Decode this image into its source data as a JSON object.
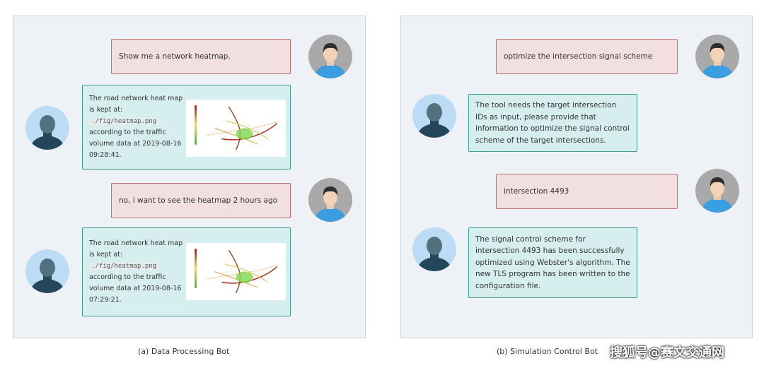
{
  "panels": {
    "left": {
      "caption": "(a) Data Processing Bot",
      "messages": [
        {
          "role": "user",
          "text": "Show me a network heatmap."
        },
        {
          "role": "bot",
          "pre": "The road network heat map is kept at:",
          "path": "./fig/heatmap.png",
          "post": "according to the traffic volume data at 2019-08-16 09:28:41."
        },
        {
          "role": "user",
          "text": "no, i want to see the heatmap 2 hours ago"
        },
        {
          "role": "bot",
          "pre": "The road network heat map is kept at:",
          "path": "./fig/heatmap.png",
          "post": "according to the traffic volume data at 2019-08-16 07:29:21."
        }
      ]
    },
    "right": {
      "caption": "(b) Simulation Control Bot",
      "messages": [
        {
          "role": "user",
          "text": "optimize the intersection signal scheme"
        },
        {
          "role": "bot",
          "text": "The tool needs the target intersection IDs as input, please provide that information to optimize the signal control scheme of the target intersections."
        },
        {
          "role": "user",
          "text": "intersection 4493"
        },
        {
          "role": "bot",
          "text": "The signal control scheme for intersection 4493 has been successfully optimized using Webster's algorithm. The new TLS program has been written to the configuration file."
        }
      ]
    }
  },
  "watermark": "搜狐号@赛文交通网",
  "colors": {
    "user_bubble": "#f2dfe0",
    "bot_bubble": "#d6efee",
    "user_border": "#b7706f",
    "bot_border": "#3b9d93"
  }
}
